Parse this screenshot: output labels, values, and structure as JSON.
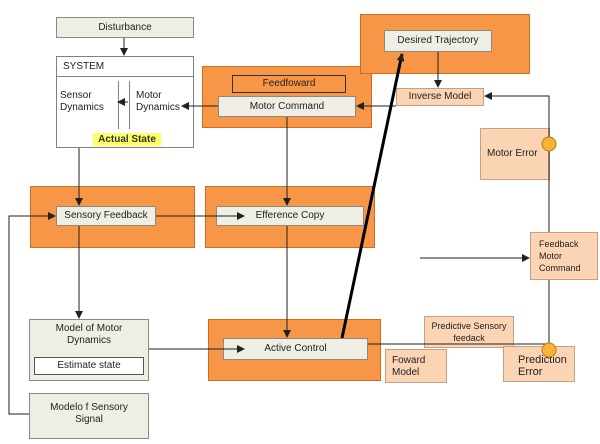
{
  "diagram": {
    "disturbance": "Disturbance",
    "system": "SYSTEM",
    "sensor_dynamics": [
      "Sensor",
      "Dynamics"
    ],
    "motor_dynamics": [
      "Motor",
      "Dynamics"
    ],
    "actual_state": "Actual State",
    "feedforward": "Feedfoward",
    "motor_command": "Motor Command",
    "desired_trajectory": "Desired Trajectory",
    "inverse_model": "Inverse Model",
    "motor_error": "Motor Error",
    "sensory_feedback": "Sensory Feedback",
    "efference_copy": "Efference Copy",
    "feedback_motor_command": [
      "Feedback",
      "Motor",
      "Command"
    ],
    "model_motor_dynamics": [
      "Model of Motor",
      "Dynamics"
    ],
    "estimate_state": "Estimate state",
    "active_control": "Active Control",
    "predictive_sensory_feedback": [
      "Predictive Sensory",
      "feedack"
    ],
    "forward_model": [
      "Foward",
      "Model"
    ],
    "prediction_error": [
      "Prediction",
      "Error"
    ],
    "model_sensory_signal": [
      "Modelo f Sensory",
      "Signal"
    ]
  },
  "colors": {
    "orange": "#f79646",
    "peach": "#fbd4b4",
    "highlight": "#ffff66",
    "node": "#f9b233"
  }
}
